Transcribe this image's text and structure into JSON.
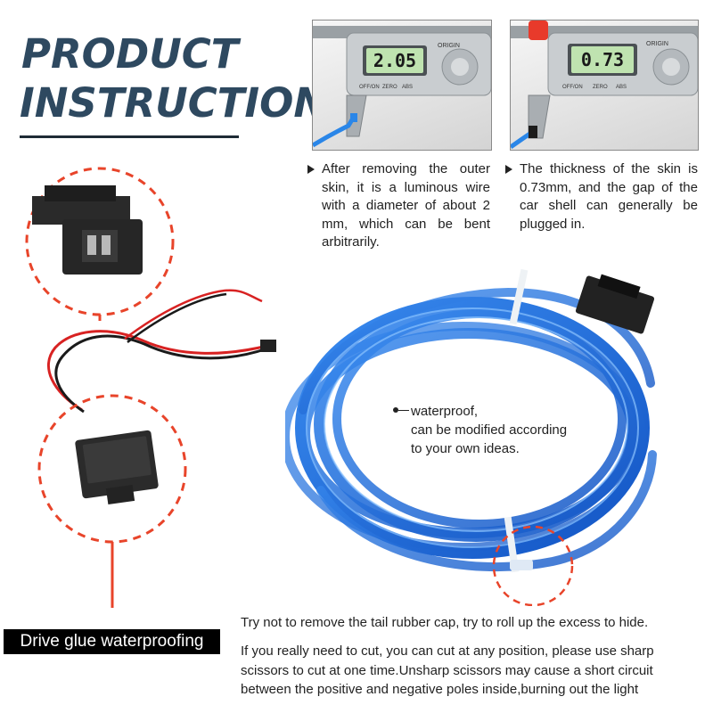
{
  "title": {
    "line1": "PRODUCT",
    "line2": "INSTRUCTION",
    "color": "#2e4960"
  },
  "calipers": [
    {
      "reading": "2.05",
      "label_origin": "ORIGIN",
      "label_off": "OFF/ON",
      "label_zero": "ZERO",
      "label_abs": "ABS"
    },
    {
      "reading": "0.73",
      "label_origin": "ORIGIN",
      "label_off": "OFF/ON",
      "label_zero": "ZERO",
      "label_abs": "ABS"
    }
  ],
  "notes": [
    {
      "text": "After removing the outer skin, it is a luminous wire with a diameter of about 2 mm, which can be bent arbitrarily."
    },
    {
      "text": "The thickness of the skin is 0.73mm, and the gap of the car shell can generally be plugged in."
    }
  ],
  "callout": {
    "line1": "waterproof,",
    "line2": "can be modified according",
    "line3": "to your own ideas."
  },
  "badge": {
    "text": "Drive glue waterproofing"
  },
  "tips": {
    "line1": "Try not to remove the tail rubber cap, try to roll up the excess to hide.",
    "line2": "If you really need to cut, you can cut at any position, please use sharp scissors to cut at one time.Unsharp scissors may cause a short circuit between the positive and negative poles inside,burning out the light"
  },
  "colors": {
    "wire_blue": "#1e6fe0",
    "accent_red": "#e8442a",
    "lcd_green": "#bfe3b0"
  }
}
